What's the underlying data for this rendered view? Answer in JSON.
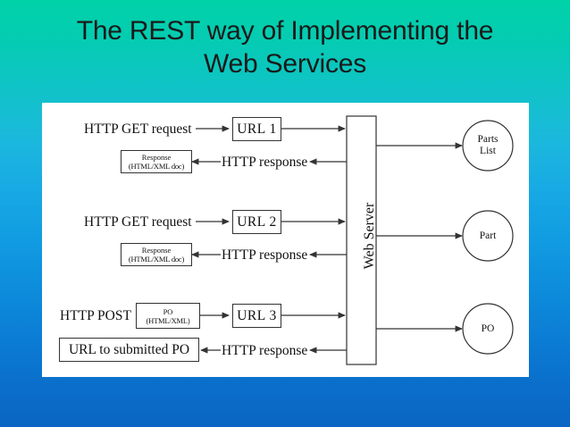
{
  "slide": {
    "title_line_1": "The REST way of Implementing the",
    "title_line_2": "Web Services",
    "background_top_color": "#00d2a8",
    "background_bottom_color": "#0a66c2",
    "panel_color": "#ffffff",
    "text_color": "#1a1a1a"
  },
  "diagram": {
    "server": {
      "label": "Web Server"
    },
    "flows": [
      {
        "request_label": "HTTP GET request",
        "url_label": "URL 1",
        "response_label": "HTTP response",
        "response_box_line_1": "Response",
        "response_box_line_2": "(HTML/XML  doc)",
        "resource_line_1": "Parts",
        "resource_line_2": "List"
      },
      {
        "request_label": "HTTP GET request",
        "url_label": "URL 2",
        "response_label": "HTTP response",
        "response_box_line_1": "Response",
        "response_box_line_2": "(HTML/XML  doc)",
        "resource_line_1": "Part",
        "resource_line_2": ""
      },
      {
        "request_label": "HTTP POST",
        "payload_box_line_1": "PO",
        "payload_box_line_2": "(HTML/XML)",
        "url_label": "URL 3",
        "response_label": "HTTP response",
        "result_box_label": "URL to submitted PO",
        "resource_line_1": "PO",
        "resource_line_2": ""
      }
    ]
  }
}
